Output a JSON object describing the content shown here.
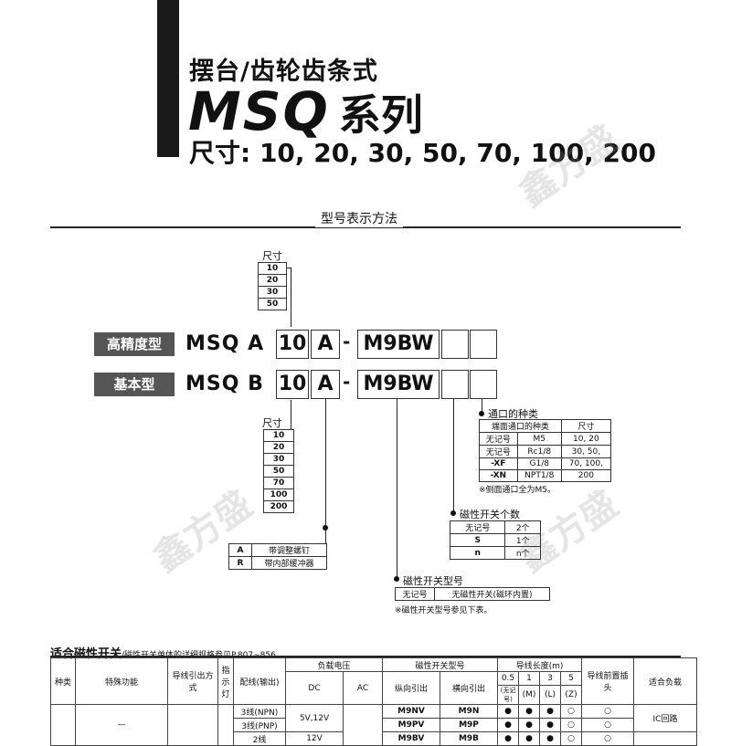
{
  "header": {
    "subtitle": "摆台/齿轮齿条式",
    "series_code": "MSQ",
    "series_word": "系列",
    "sizes_line": "尺寸: 10, 20, 30, 50, 70, 100, 200"
  },
  "section_title": "型号表示方法",
  "top_size": {
    "label": "尺寸",
    "values": [
      "10",
      "20",
      "30",
      "50"
    ]
  },
  "models": [
    {
      "tag": "高精度型",
      "prefix": "MSQ A",
      "size": "10",
      "angle": "A",
      "dash": "-",
      "switch": "M9BW"
    },
    {
      "tag": "基本型",
      "prefix": "MSQ B",
      "size": "10",
      "angle": "A",
      "dash": "-",
      "switch": "M9BW"
    }
  ],
  "bottom_size": {
    "label": "尺寸",
    "values": [
      "10",
      "20",
      "30",
      "50",
      "70",
      "100",
      "200"
    ]
  },
  "port": {
    "title": "通口的种类",
    "headers": [
      "端面通口的种类",
      "尺寸"
    ],
    "rows": [
      [
        "无记号",
        "M5",
        "10, 20"
      ],
      [
        "无记号",
        "Rc1/8",
        "30, 50,"
      ],
      [
        "-XF",
        "G1/8",
        "70, 100,"
      ],
      [
        "-XN",
        "NPT1/8",
        "200"
      ]
    ],
    "note": "※侧面通口全为M5。"
  },
  "count": {
    "title": "磁性开关个数",
    "rows": [
      [
        "无记号",
        "2个"
      ],
      [
        "S",
        "1个"
      ],
      [
        "n",
        "n个"
      ]
    ]
  },
  "adjust": {
    "rows": [
      [
        "A",
        "带调整螺钉"
      ],
      [
        "R",
        "带内部缓冲器"
      ]
    ]
  },
  "switch_model": {
    "title": "磁性开关型号",
    "rows": [
      [
        "无记号",
        "无磁性开关(磁环内置)"
      ]
    ],
    "note": "※磁性开关型号参见下表。"
  },
  "bottom": {
    "title": "适合磁性开关",
    "subtitle": "/磁性开关单体的详细规格参见P.807~856。",
    "head1": [
      "种类",
      "特殊功能",
      "导线引出方式",
      "指示灯",
      "配线(输出)",
      "负载电压",
      "磁性开关型号",
      "导线长度(m)",
      "导线前置插头",
      "适合负载"
    ],
    "head2": [
      "DC",
      "AC",
      "纵向引出",
      "横向引出",
      "0.5",
      "1",
      "3",
      "5"
    ],
    "head3": [
      "(无记号)",
      "(M)",
      "(L)",
      "(Z)"
    ],
    "rows": [
      {
        "kind": "—",
        "wiring": "3线(NPN)",
        "dc": "5V,12V",
        "ac": "",
        "vert": "M9NV",
        "horiz": "M9N",
        "len": [
          "●",
          "●",
          "●",
          "○"
        ],
        "conn": "○",
        "load": "IC回路"
      },
      {
        "kind": "",
        "wiring": "3线(PNP)",
        "dc": "",
        "ac": "",
        "vert": "M9PV",
        "horiz": "M9P",
        "len": [
          "●",
          "●",
          "●",
          "○"
        ],
        "conn": "○",
        "load": ""
      },
      {
        "kind": "",
        "wiring": "2线",
        "dc": "12V",
        "ac": "",
        "vert": "M9BV",
        "horiz": "M9B",
        "len": [
          "●",
          "●",
          "●",
          "○"
        ],
        "conn": "○",
        "load": ""
      }
    ]
  },
  "watermark": "鑫方盛"
}
